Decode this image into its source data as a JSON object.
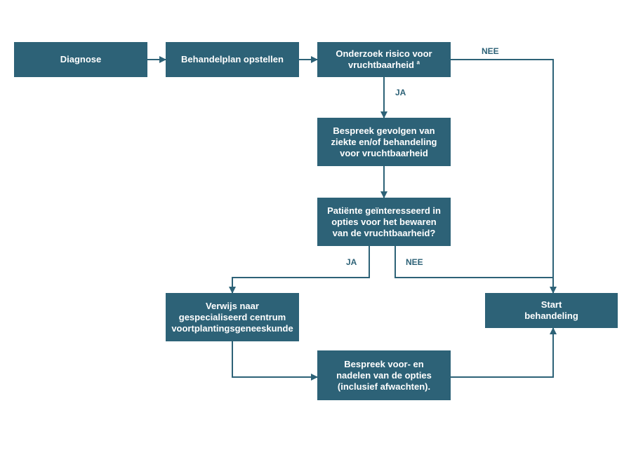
{
  "colors": {
    "box": "#2d6277",
    "line": "#2d6277",
    "text": "#ffffff"
  },
  "nodes": {
    "diagnose": {
      "text": "Diagnose"
    },
    "behandelplan": {
      "text": "Behandelplan opstellen"
    },
    "onderzoek": {
      "text": "Onderzoek risico voor vruchtbaarheid",
      "sup": "a"
    },
    "bespreek_gevolgen": {
      "text": "Bespreek gevolgen van ziekte en/of behandeling voor vruchtbaarheid"
    },
    "geinteresseerd": {
      "text": "Patiënte geïnteresseerd in opties voor het bewaren van de vruchtbaarheid?"
    },
    "verwijs": {
      "text": "Verwijs naar gespecialiseerd centrum voortplantingsgeneeskunde"
    },
    "bespreek_opties": {
      "text": "Bespreek voor- en nadelen van de opties (inclusief afwachten)."
    },
    "start": {
      "text": "Start behandeling"
    }
  },
  "edge_labels": {
    "nee_top": "NEE",
    "ja_top": "JA",
    "ja_bottom": "JA",
    "nee_bottom": "NEE"
  }
}
